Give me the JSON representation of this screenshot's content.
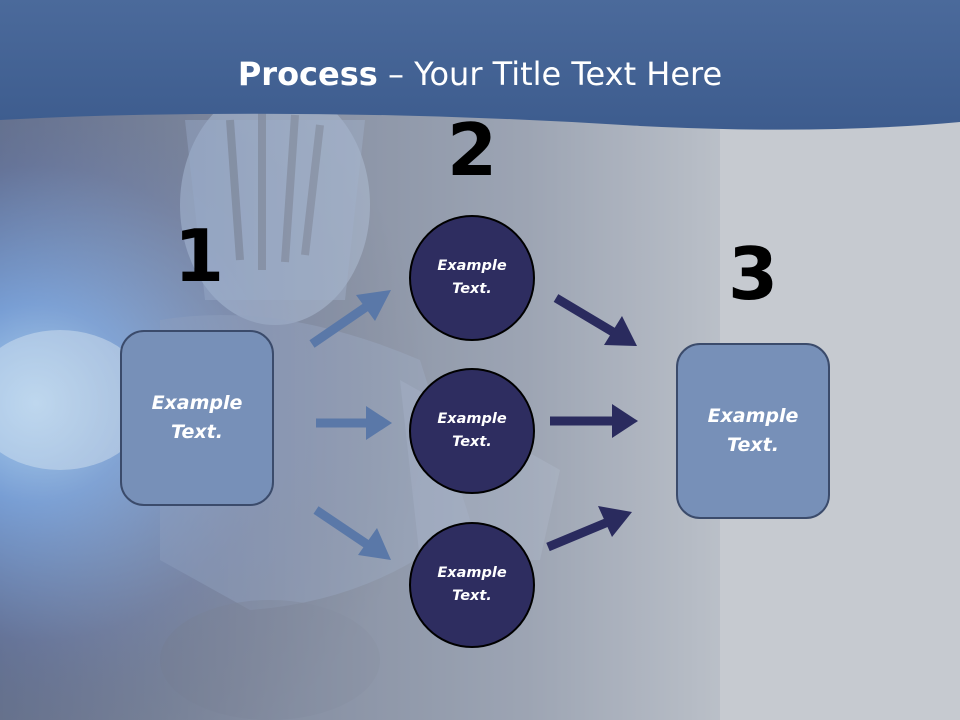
{
  "title": {
    "bold": "Process",
    "rest": " – Your Title Text Here"
  },
  "step_numbers": [
    "1",
    "2",
    "3"
  ],
  "left_box": {
    "line1": "Example",
    "line2": "Text."
  },
  "circles": [
    {
      "line1": "Example",
      "line2": "Text."
    },
    {
      "line1": "Example",
      "line2": "Text."
    },
    {
      "line1": "Example",
      "line2": "Text."
    }
  ],
  "right_box": {
    "line1": "Example",
    "line2": "Text."
  },
  "colors": {
    "header": "#3f5f93",
    "box_fill": "#7790b8",
    "circle_fill": "#2e2d60",
    "arrow_light": "#5a78a8",
    "arrow_dark": "#2a2b5e"
  }
}
